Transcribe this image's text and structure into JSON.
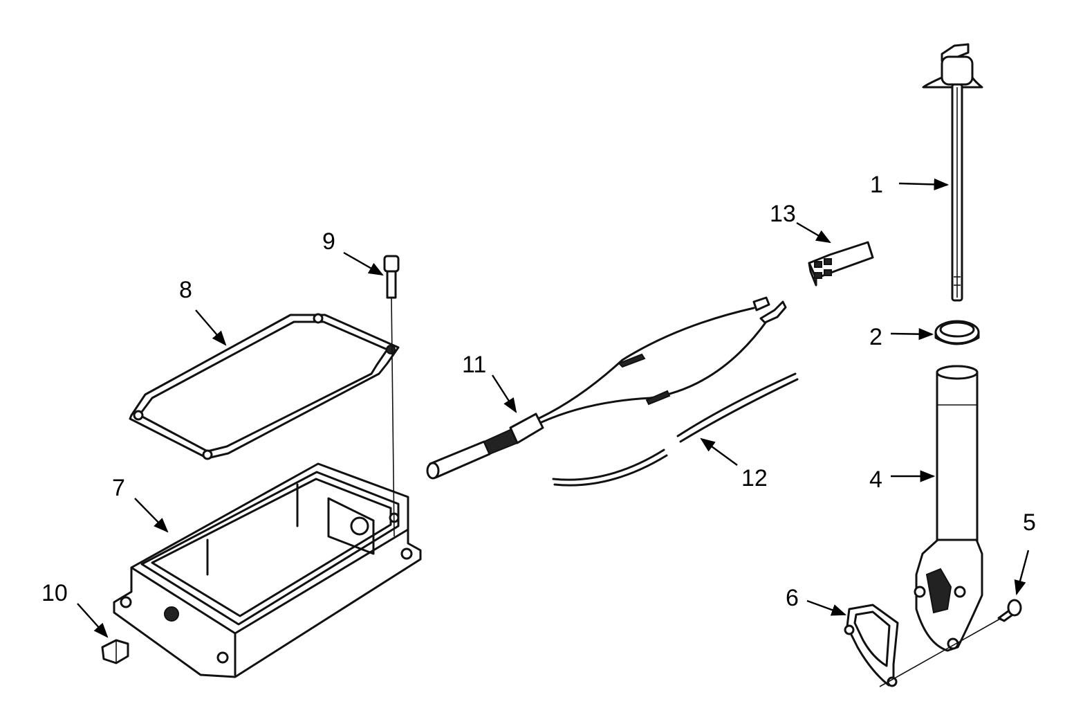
{
  "callouts": [
    {
      "id": "1",
      "text": "1"
    },
    {
      "id": "2",
      "text": "2"
    },
    {
      "id": "4",
      "text": "4"
    },
    {
      "id": "5",
      "text": "5"
    },
    {
      "id": "6",
      "text": "6"
    },
    {
      "id": "7",
      "text": "7"
    },
    {
      "id": "8",
      "text": "8"
    },
    {
      "id": "9",
      "text": "9"
    },
    {
      "id": "10",
      "text": "10"
    },
    {
      "id": "11",
      "text": "11"
    },
    {
      "id": "12",
      "text": "12"
    },
    {
      "id": "13",
      "text": "13"
    }
  ]
}
